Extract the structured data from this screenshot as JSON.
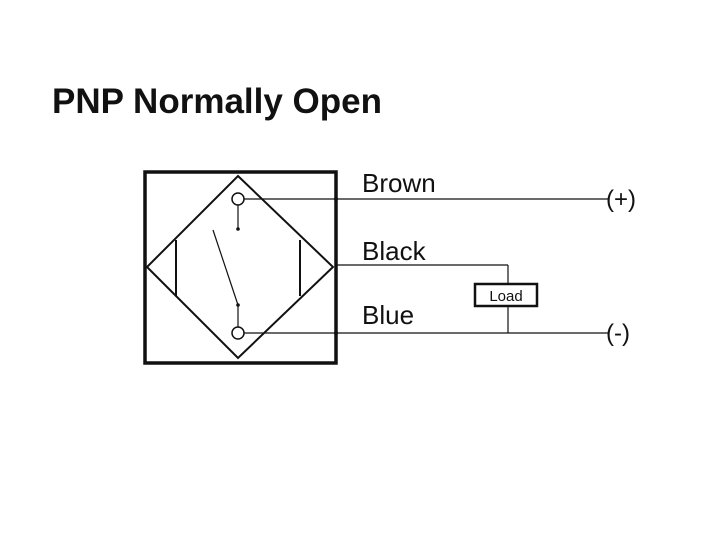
{
  "title": "PNP Normally Open",
  "wires": {
    "brown": "Brown",
    "black": "Black",
    "blue": "Blue"
  },
  "load_label": "Load",
  "terminals": {
    "positive": "(+)",
    "negative": "(-)"
  },
  "colors": {
    "ink": "#111111",
    "background": "#ffffff"
  }
}
